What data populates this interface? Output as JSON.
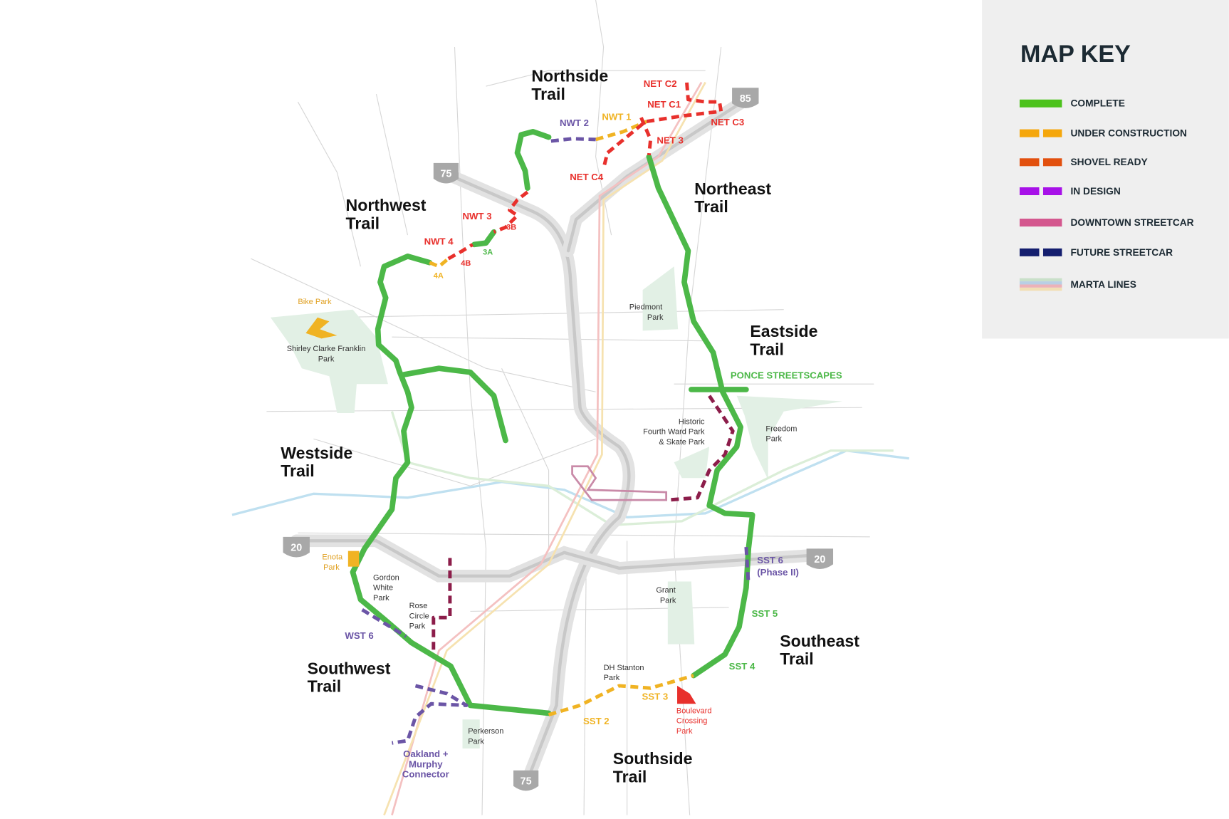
{
  "map_key": {
    "title": "MAP KEY",
    "items": [
      {
        "label": "COMPLETE",
        "color": "#4cc21c",
        "style": "solid"
      },
      {
        "label": "UNDER CONSTRUCTION",
        "color": "#f5a70c",
        "style": "dashed"
      },
      {
        "label": "SHOVEL READY",
        "color": "#e2500e",
        "style": "dashed"
      },
      {
        "label": "IN DESIGN",
        "color": "#a711e8",
        "style": "dashed"
      },
      {
        "label": "DOWNTOWN STREETCAR",
        "color": "#d4578e",
        "style": "solid"
      },
      {
        "label": "FUTURE STREETCAR",
        "color": "#141e6e",
        "style": "dashed"
      },
      {
        "label": "MARTA LINES",
        "color": "#c9e0c9",
        "style": "striped"
      }
    ]
  },
  "trails": {
    "northside": [
      "Northside",
      "Trail"
    ],
    "northwest": [
      "Northwest",
      "Trail"
    ],
    "northeast": [
      "Northeast",
      "Trail"
    ],
    "eastside": [
      "Eastside",
      "Trail"
    ],
    "westside": [
      "Westside",
      "Trail"
    ],
    "southwest": [
      "Southwest",
      "Trail"
    ],
    "southeast": [
      "Southeast",
      "Trail"
    ],
    "southside": [
      "Southside",
      "Trail"
    ]
  },
  "segments": {
    "nwt1": "NWT 1",
    "nwt2": "NWT 2",
    "nwt3": "NWT 3",
    "nwt4": "NWT 4",
    "s3a": "3A",
    "s3b": "3B",
    "s4a": "4A",
    "s4b": "4B",
    "netc1": "NET C1",
    "netc2": "NET C2",
    "netc3": "NET C3",
    "netc4": "NET C4",
    "net3": "NET 3",
    "ponce": "PONCE STREETSCAPES",
    "sst2": "SST 2",
    "sst3": "SST 3",
    "sst4": "SST 4",
    "sst5": "SST 5",
    "sst6": [
      "SST 6",
      "(Phase II)"
    ],
    "wst6": "WST 6",
    "oakland": [
      "Oakland +",
      "Murphy",
      "Connector"
    ]
  },
  "parks": {
    "bike": "Bike Park",
    "scf": [
      "Shirley Clarke Franklin",
      "Park"
    ],
    "piedmont": [
      "Piedmont",
      "Park"
    ],
    "fourthward": [
      "Historic",
      "Fourth Ward Park",
      "& Skate Park"
    ],
    "freedom": [
      "Freedom",
      "Park"
    ],
    "enota": [
      "Enota",
      "Park"
    ],
    "gordon": [
      "Gordon",
      "White",
      "Park"
    ],
    "rose": [
      "Rose",
      "Circle",
      "Park"
    ],
    "grant": [
      "Grant",
      "Park"
    ],
    "dh": [
      "DH Stanton",
      "Park"
    ],
    "boulevard": [
      "Boulevard",
      "Crossing",
      "Park"
    ],
    "perkerson": [
      "Perkerson",
      "Park"
    ]
  },
  "highways": {
    "i75": "75",
    "i85": "85",
    "i20": "20"
  },
  "colors": {
    "complete": "#4cb848",
    "construction": "#f0b323",
    "shovel": "#e8302c",
    "design": "#6b55a6",
    "streetcar": "#c98aa8",
    "future": "#8c1d4a"
  }
}
